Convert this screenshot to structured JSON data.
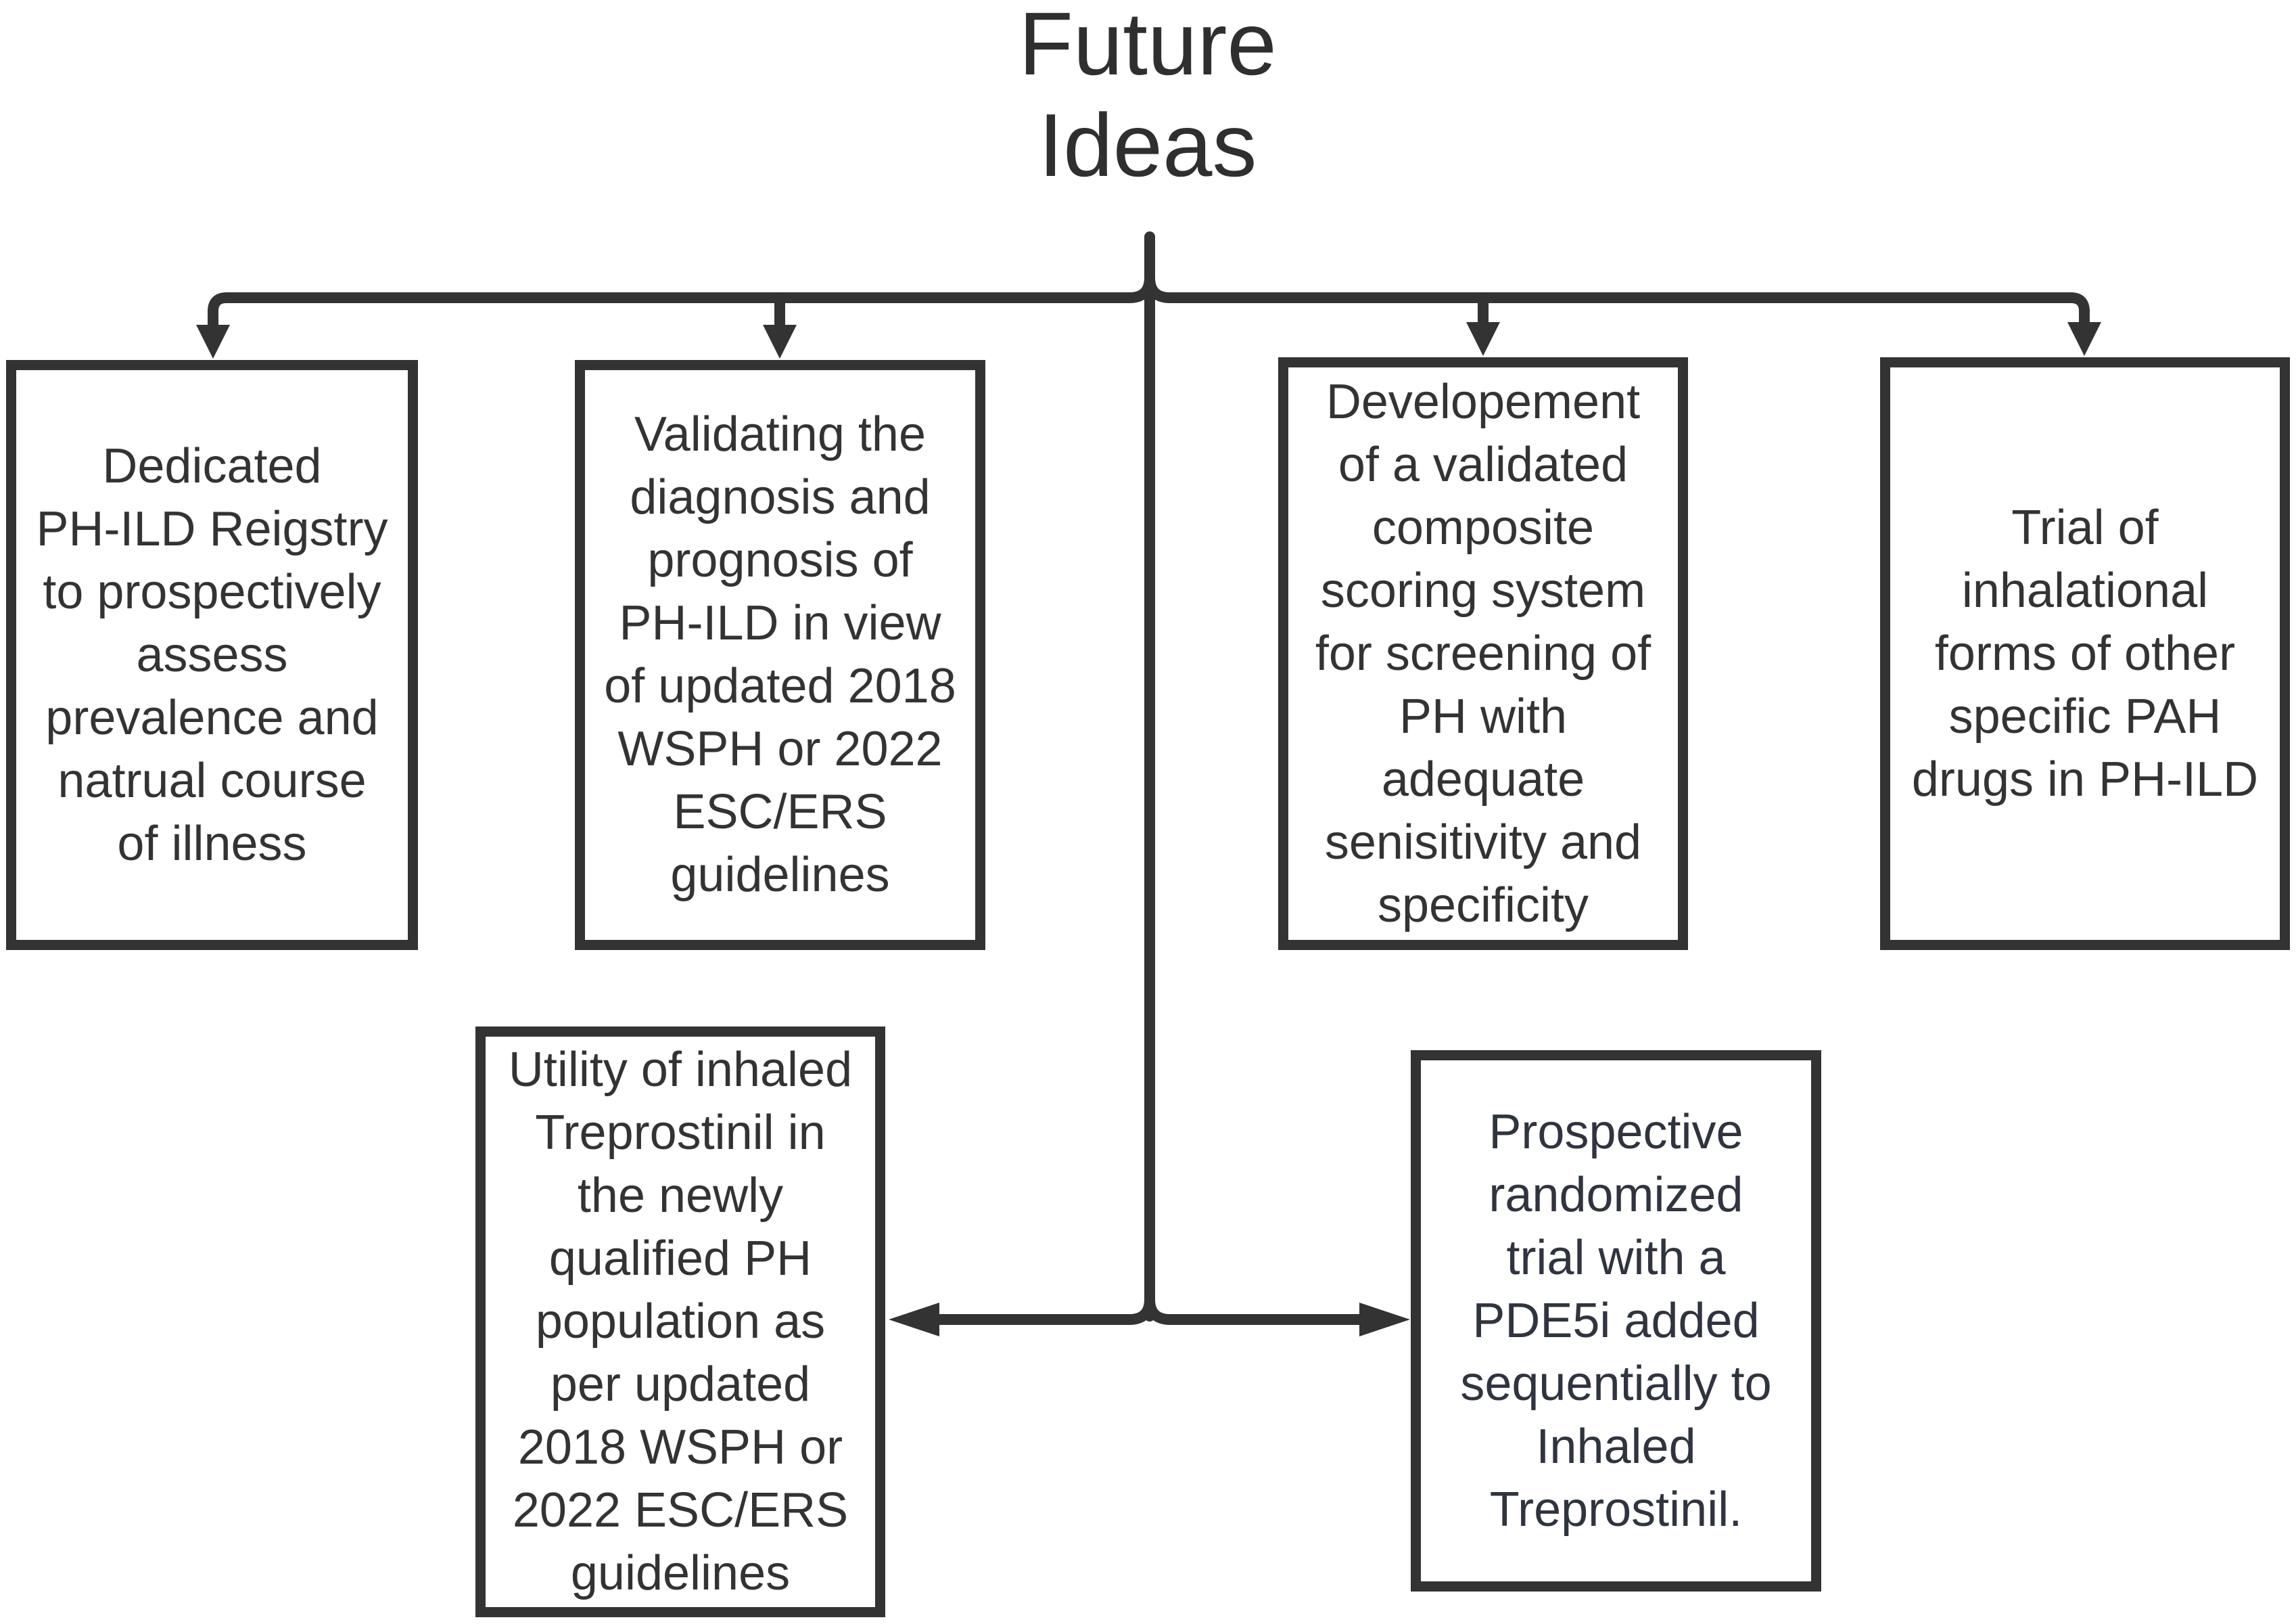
{
  "title": {
    "line1": "Future",
    "line2": "Ideas"
  },
  "boxes": [
    {
      "text": "Dedicated\nPH-ILD Reigstry\nto prospectively\nassess\nprevalence and\nnatrual course\nof illness"
    },
    {
      "text": "Validating the\ndiagnosis and\nprognosis of\nPH-ILD in view\nof updated 2018\nWSPH or 2022\nESC/ERS\nguidelines"
    },
    {
      "text": "Developement\nof a validated\ncomposite\nscoring system\nfor screening of\nPH with\nadequate\nsenisitivity and\nspecificity"
    },
    {
      "text": "Trial of\ninhalational\nforms of other\nspecific PAH\ndrugs in PH-ILD"
    },
    {
      "text": "Utility of inhaled\nTreprostinil  in\nthe newly\nqualified PH\npopulation as\nper  updated\n2018 WSPH or\n2022 ESC/ERS\nguidelines"
    },
    {
      "text": "Prospective\nrandomized\ntrial with a\nPDE5i added\nsequentially to\nInhaled\nTreprostinil."
    }
  ],
  "colors": {
    "line": "#333333",
    "text": "#333333",
    "title": "#2f2f2f",
    "background": "#ffffff"
  }
}
